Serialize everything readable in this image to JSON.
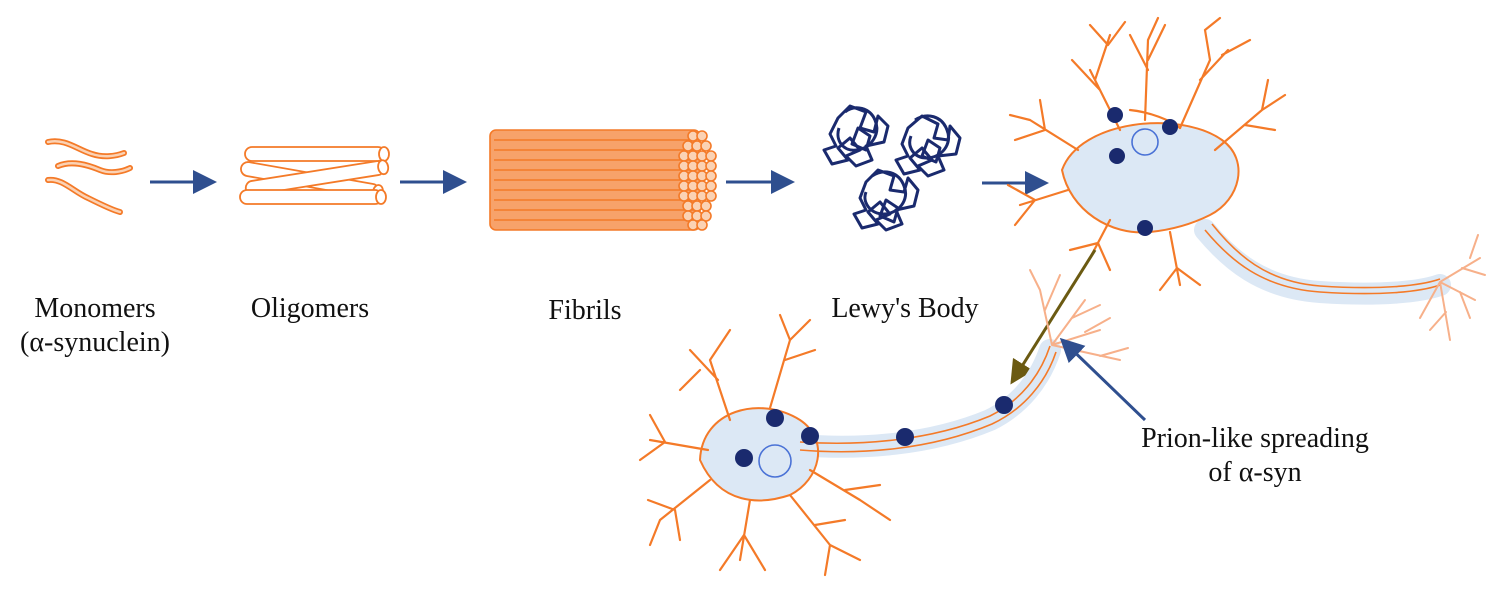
{
  "labels": {
    "monomers_line1": "Monomers",
    "monomers_line2": "(α-synuclein)",
    "oligomers": "Oligomers",
    "fibrils": "Fibrils",
    "lewy_body": "Lewy's Body",
    "spread_line1": "Prion-like spreading",
    "spread_line2": "of α-syn"
  },
  "colors": {
    "orange": "#F47A28",
    "orange_fill": "#FBD2B4",
    "navy": "#1A2A6E",
    "arrow_blue": "#2F4F8F",
    "arrow_olive": "#6B5A12",
    "cell_fill": "#DCE8F5",
    "nucleus": "#4A72D6"
  }
}
